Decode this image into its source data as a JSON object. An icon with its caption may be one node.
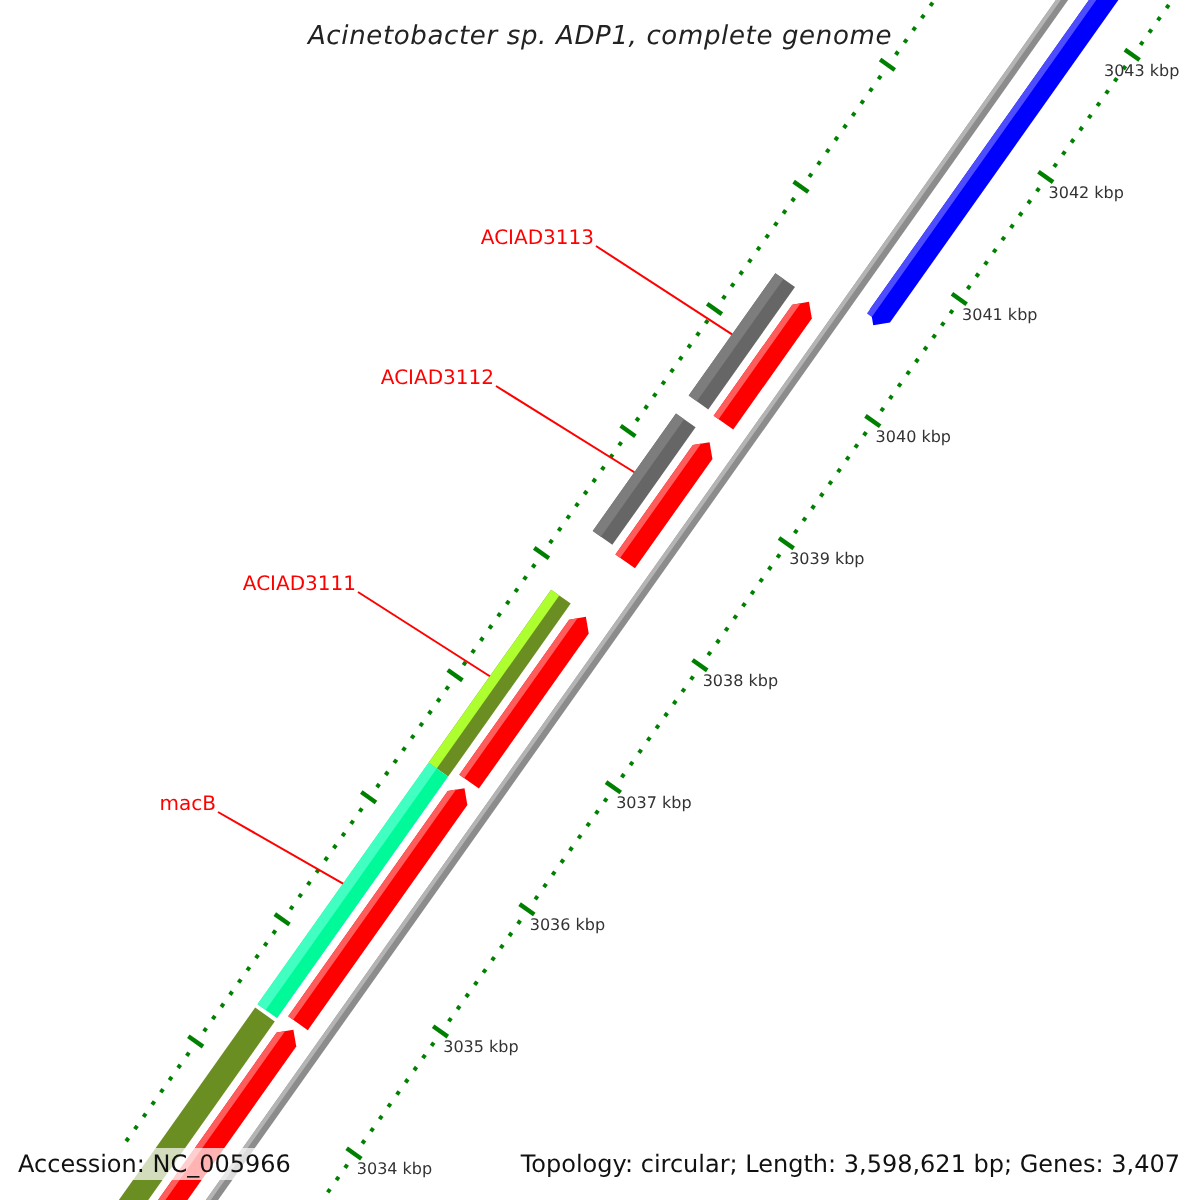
{
  "diagram": {
    "title": "Acinetobacter sp. ADP1, complete genome",
    "nodes": [
      {
        "text": [
          "ACIAD3113"
        ]
      },
      {
        "text": [],
        "shape": "bar"
      },
      {
        "text": [
          "ACIAD3112"
        ]
      },
      {
        "text": [],
        "shape": "bar"
      },
      {
        "text": [
          "ACIAD3111"
        ]
      },
      {
        "text": [],
        "shape": "bar"
      },
      {
        "text": [
          "macB"
        ]
      },
      {
        "text": [],
        "shape": "bar"
      }
    ],
    "edges": [
      {
        "from": 0,
        "to": 1,
        "arrow": "none"
      },
      {
        "from": 2,
        "to": 3,
        "arrow": "none"
      },
      {
        "from": 4,
        "to": 5,
        "arrow": "none"
      },
      {
        "from": 6,
        "to": 7,
        "arrow": "none"
      }
    ],
    "labels": [
      "3043 kbp",
      "3042 kbp",
      "3041 kbp",
      "3040 kbp",
      "3039 kbp",
      "3038 kbp",
      "3037 kbp",
      "3036 kbp",
      "3035 kbp",
      "3034 kbp",
      "Accession: NC_005966",
      "Topology: circular; Length: 3,598,621 bp; Genes: 3,407"
    ]
  }
}
